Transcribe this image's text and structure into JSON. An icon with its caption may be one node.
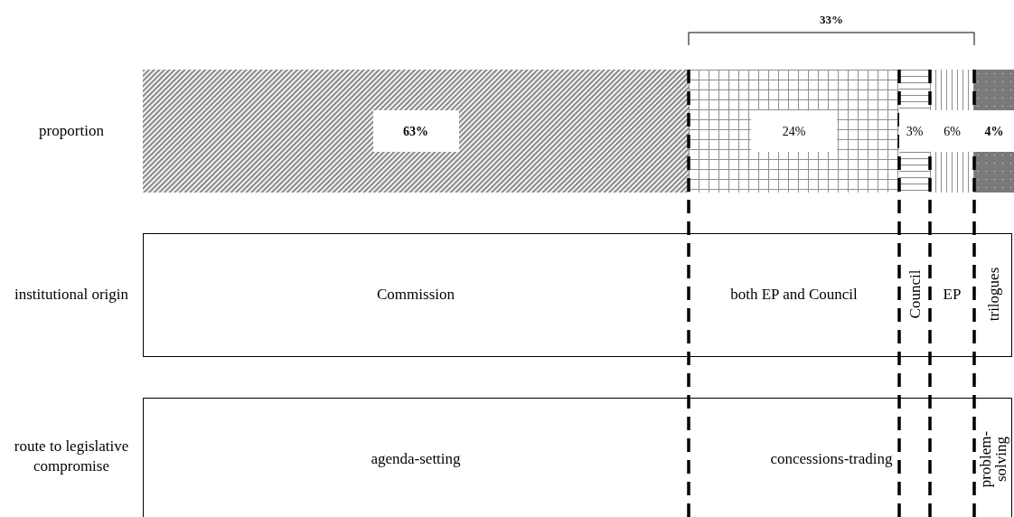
{
  "diagram": {
    "nodes": [
      {
        "text": [
          "63%"
        ]
      },
      {
        "text": [
          "24%"
        ]
      },
      {
        "text": [
          "3%"
        ]
      },
      {
        "text": [
          "6%"
        ]
      },
      {
        "text": [
          "4%"
        ]
      },
      {
        "text": [
          "Commission"
        ]
      },
      {
        "text": [
          "both EP and Council"
        ]
      },
      {
        "text": [
          "Council"
        ]
      },
      {
        "text": [
          "EP"
        ]
      },
      {
        "text": [
          "trilogues"
        ]
      },
      {
        "text": [
          "agenda-setting"
        ]
      },
      {
        "text": [
          "concessions-trading"
        ]
      },
      {
        "text": [
          "problem-solving"
        ]
      }
    ],
    "edges": [],
    "labels": [
      "33%",
      "proportion",
      "institutional origin",
      "route to legislative compromise"
    ]
  }
}
